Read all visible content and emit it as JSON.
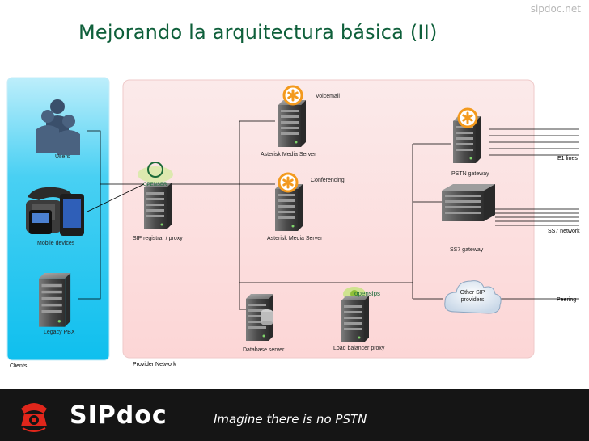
{
  "header": {
    "site": "sipdoc.net",
    "title": "Mejorando la arquitectura básica (II)"
  },
  "zones": {
    "clients": "Clients",
    "provider": "Provider Network"
  },
  "clients": {
    "users": "Users",
    "mobile": "Mobile devices",
    "legacy": "Legacy PBX"
  },
  "nodes": {
    "sip_registrar": "SIP registrar / proxy",
    "openser_logo": "OPENSER",
    "opensips_logo": "opensips",
    "voicemail": "Voicemail",
    "asterisk_voicemail": "Asterisk Media Server",
    "conferencing": "Conferencing",
    "asterisk_conf": "Asterisk Media Server",
    "database": "Database server",
    "load_balancer": "Load balancer proxy",
    "pstn_gateway": "PSTN gateway",
    "ss7_gateway": "SS7 gateway",
    "other_sip": "Other SIP providers"
  },
  "links": {
    "e1": "E1 lines",
    "ss7": "SS7 network",
    "peering": "Peering"
  },
  "footer": {
    "brand": "SIPdoc",
    "slogan": "Imagine there is no PSTN"
  },
  "colors": {
    "title": "#0e5f3a",
    "clients_bg": "#22c6f0",
    "provider_bg": "#fde1e1",
    "footer_bg": "#151515",
    "logo_red": "#e0261b",
    "asterisk_orange": "#f39a1e"
  }
}
